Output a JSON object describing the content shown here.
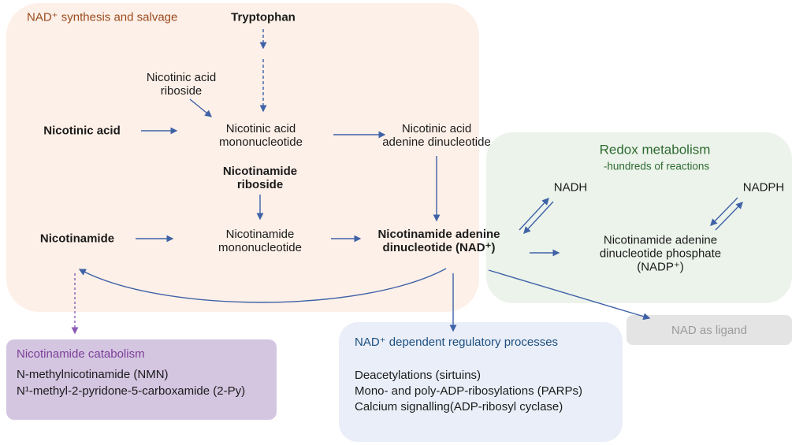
{
  "synthesis": {
    "title": "NAD⁺ synthesis and salvage",
    "nodes": {
      "tryptophan": "Tryptophan",
      "nicotinic_acid_riboside": "Nicotinic acid\nriboside",
      "nicotinic_acid": "Nicotinic acid",
      "nicotinic_acid_mononucleotide": "Nicotinic acid\nmononucleotide",
      "nicotinic_acid_adenine_dinucleotide": "Nicotinic acid\nadenine dinucleotide",
      "nicotinamide_riboside": "Nicotinamide\nriboside",
      "nicotinamide": "Nicotinamide",
      "nicotinamide_mononucleotide": "Nicotinamide\nmononucleotide",
      "nad": "Nicotinamide adenine\ndinucleotide (NAD⁺)"
    }
  },
  "redox": {
    "title": "Redox metabolism",
    "subtitle": "-hundreds of reactions",
    "nodes": {
      "nadh": "NADH",
      "nadph": "NADPH",
      "nadp": "Nicotinamide adenine\ndinucleotide phosphate (NADP⁺)"
    }
  },
  "catabolism": {
    "title": "Nicotinamide catabolism",
    "items": [
      "N-methylnicotinamide (NMN)",
      "N¹-methyl-2-pyridone-5-carboxamide (2-Py)"
    ]
  },
  "regulatory": {
    "title": "NAD⁺ dependent regulatory processes",
    "items": [
      "Deacetylations (sirtuins)",
      "Mono- and poly-ADP-ribosylations (PARPs)",
      "Calcium signalling(ADP-ribosyl cyclase)"
    ]
  },
  "ligand": {
    "label": "NAD as ligand"
  },
  "colors": {
    "arrow_blue": "#3f62a7",
    "arrow_purple": "#8a5ab5",
    "synthesis_bg": "#fdf0e8",
    "synthesis_title": "#9b4b1f",
    "redox_bg": "#ecf3eb",
    "redox_title": "#2e6b30",
    "catabolism_bg": "#d4c5e1",
    "catabolism_title": "#7d3f98",
    "regulatory_bg": "#e9eef8",
    "regulatory_title": "#1d4f80",
    "ligand_bg": "#e4e4e4",
    "ligand_text": "#9b9b9b"
  }
}
